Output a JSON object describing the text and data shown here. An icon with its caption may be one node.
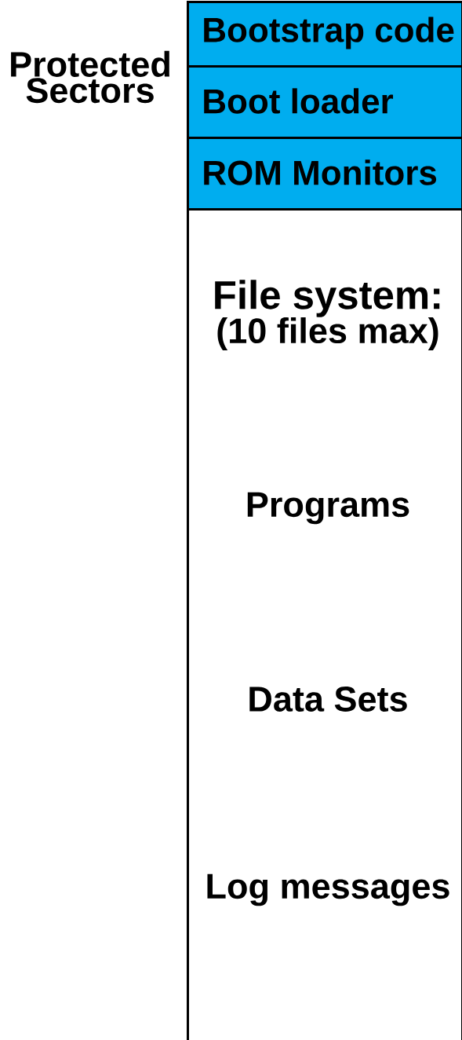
{
  "diagram": {
    "nodes": [
      {
        "text": [
          "Bootstrap code"
        ]
      },
      {
        "text": [
          "Boot loader"
        ]
      },
      {
        "text": [
          "ROM Monitors"
        ]
      },
      {
        "text": [
          "File system:",
          "(10 files max)",
          "Programs",
          "Data Sets",
          "Log messages"
        ]
      }
    ],
    "labels": [
      "Protected Sectors"
    ]
  }
}
